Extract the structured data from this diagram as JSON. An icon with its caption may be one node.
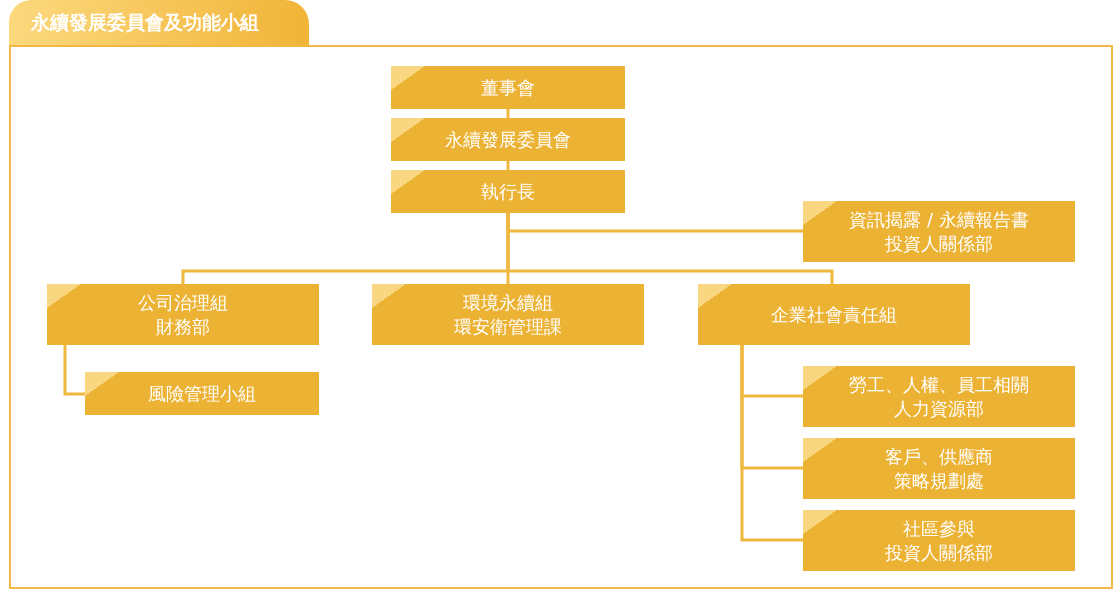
{
  "diagram": {
    "title": "永續發展委員會及功能小組",
    "nodes": [
      {
        "text": [
          "董事會"
        ]
      },
      {
        "text": [
          "永續發展委員會"
        ]
      },
      {
        "text": [
          "執行長"
        ]
      },
      {
        "text": [
          "資訊揭露 / 永續報告書",
          "投資人關係部"
        ]
      },
      {
        "text": [
          "公司治理組",
          "財務部"
        ]
      },
      {
        "text": [
          "環境永續組",
          "環安衛管理課"
        ]
      },
      {
        "text": [
          "企業社會責任組"
        ]
      },
      {
        "text": [
          "風險管理小組"
        ]
      },
      {
        "text": [
          "勞工、人權、員工相關",
          "人力資源部"
        ]
      },
      {
        "text": [
          "客戶、供應商",
          "策略規劃處"
        ]
      },
      {
        "text": [
          "社區參與",
          "投資人關係部"
        ]
      }
    ],
    "edges": [
      {
        "from": 0,
        "to": 1,
        "arrow": "none"
      },
      {
        "from": 1,
        "to": 2,
        "arrow": "none"
      },
      {
        "from": 2,
        "to": 3,
        "arrow": "none"
      },
      {
        "from": 2,
        "to": 4,
        "arrow": "none"
      },
      {
        "from": 2,
        "to": 5,
        "arrow": "none"
      },
      {
        "from": 2,
        "to": 6,
        "arrow": "none"
      },
      {
        "from": 4,
        "to": 7,
        "arrow": "none"
      },
      {
        "from": 6,
        "to": 8,
        "arrow": "none"
      },
      {
        "from": 6,
        "to": 9,
        "arrow": "none"
      },
      {
        "from": 6,
        "to": 10,
        "arrow": "none"
      }
    ]
  }
}
